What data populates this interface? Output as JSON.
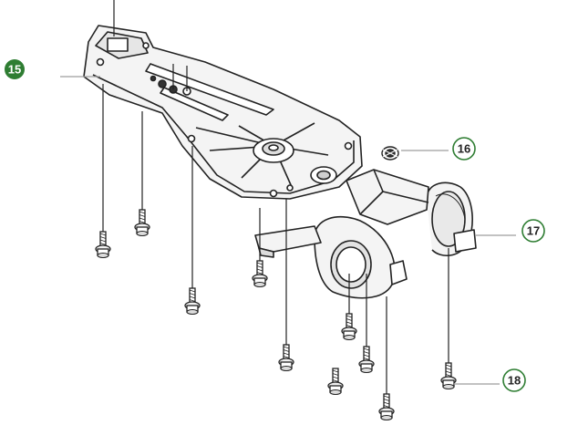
{
  "callouts": {
    "c15": "15",
    "c16": "16",
    "c17": "17",
    "c18": "18"
  },
  "colors": {
    "accent": "#2e7d32",
    "line": "#222222",
    "fill_light": "#f2f2f2",
    "leader": "#9e9e9e"
  }
}
